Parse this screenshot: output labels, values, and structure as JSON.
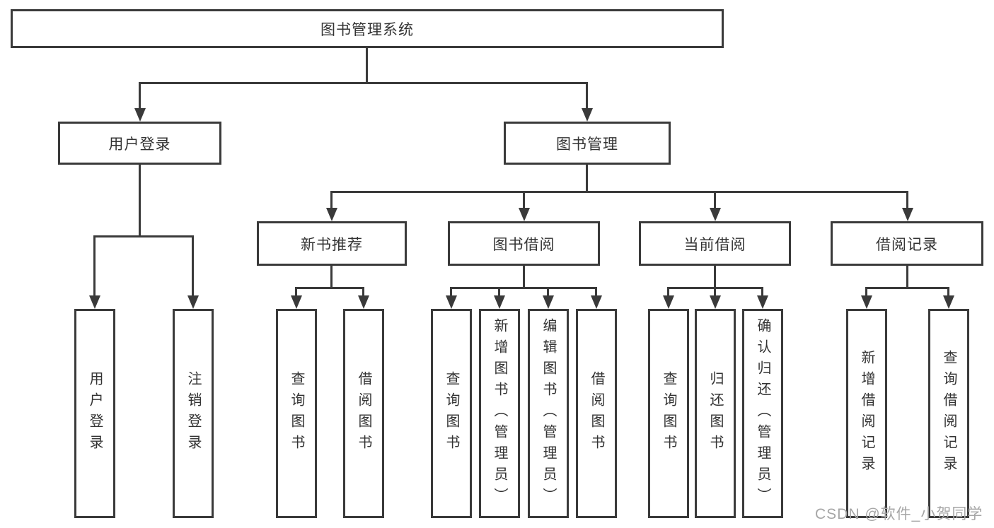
{
  "title_box": "图书管理系统",
  "level2": {
    "user_login": "用户登录",
    "book_mgmt": "图书管理"
  },
  "level3": {
    "new_books": "新书推荐",
    "borrow": "图书借阅",
    "current": "当前借阅",
    "records": "借阅记录"
  },
  "leaves": {
    "user_login": [
      "用户登录",
      "注销登录"
    ],
    "new_books": [
      "查询图书",
      "借阅图书"
    ],
    "borrow": [
      "查询图书",
      "新增图书（管理员）",
      "编辑图书（管理员）",
      "借阅图书"
    ],
    "current": [
      "查询图书",
      "归还图书",
      "确认归还（管理员）"
    ],
    "records": [
      "新增借阅记录",
      "查询借阅记录"
    ]
  },
  "watermark": "CSDN @软件_小贺同学",
  "colors": {
    "line": "#3a3a3a",
    "text": "#333333",
    "wm": "#a6a6a6",
    "bg": "#ffffff"
  }
}
